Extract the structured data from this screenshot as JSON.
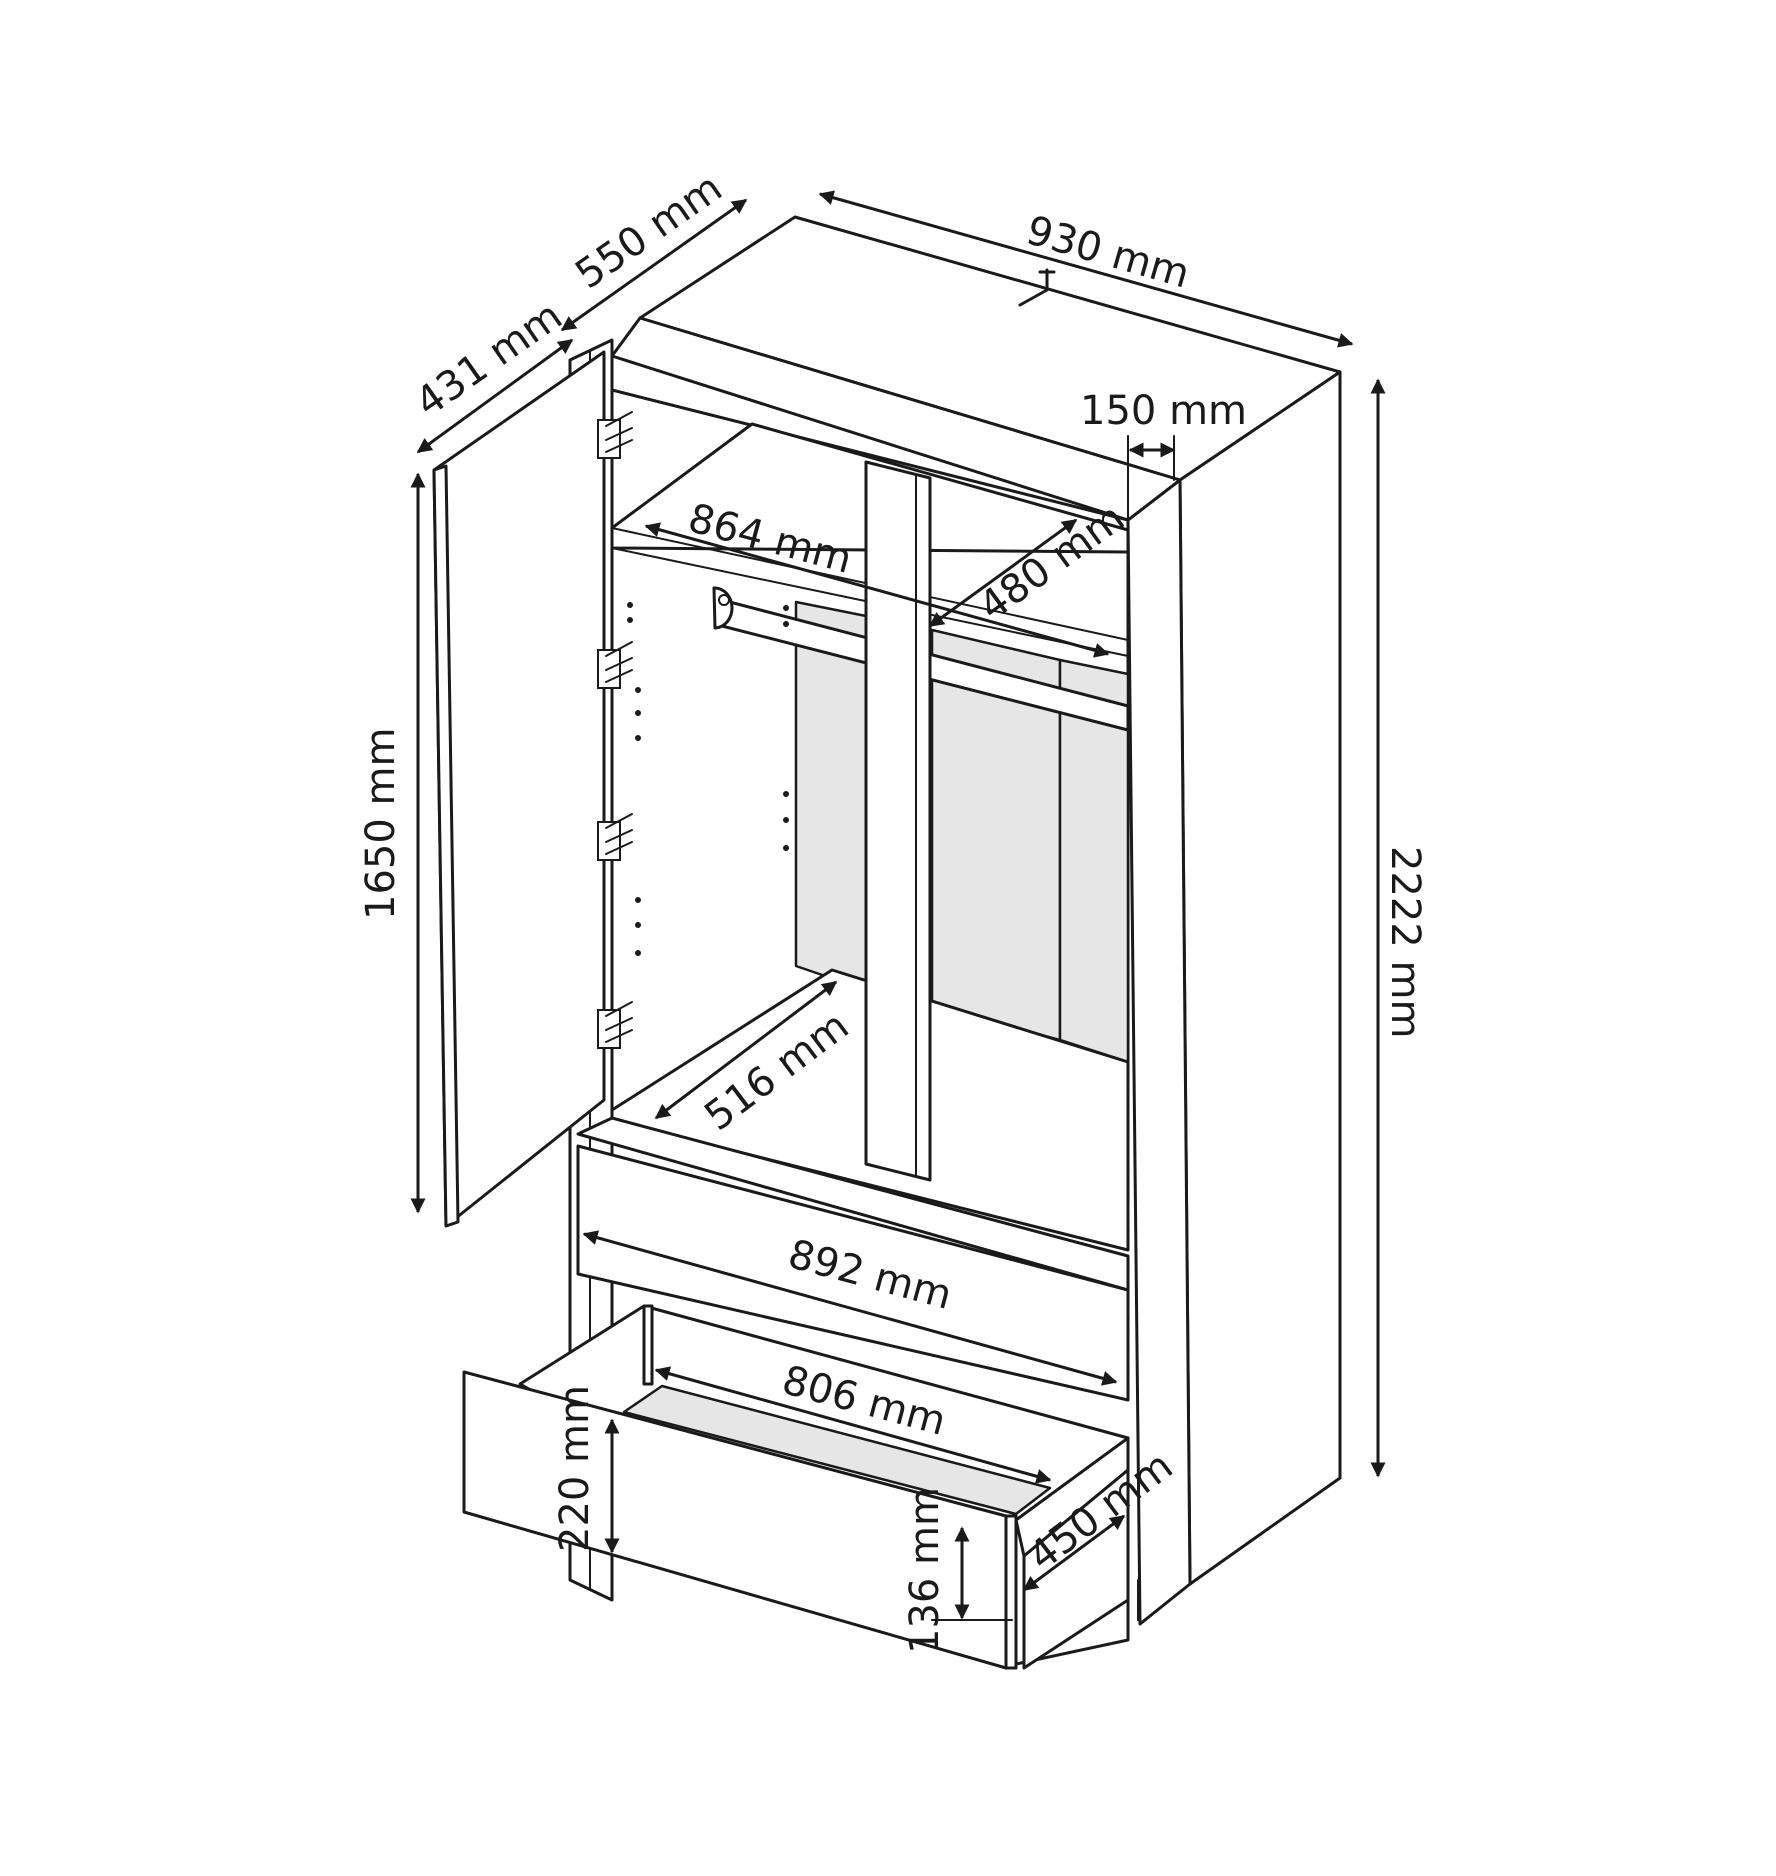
{
  "product_dimensions": {
    "total_width": "930 mm",
    "total_depth": "550 mm",
    "door_depth": "431 mm",
    "total_height": "2222 mm",
    "door_height": "1650 mm",
    "side_panel": "150 mm",
    "interior_width": "864 mm",
    "interior_shelf_depth": "480 mm",
    "interior_bottom_depth": "516 mm",
    "drawer_front_width": "892 mm",
    "drawer_inner_width": "806 mm",
    "drawer_front_height": "220 mm",
    "drawer_inner_height": "136 mm",
    "drawer_depth": "450 mm"
  },
  "colors": {
    "line": "#1a1a1a",
    "back_panel": "#e6e6e6",
    "background": "#ffffff"
  }
}
